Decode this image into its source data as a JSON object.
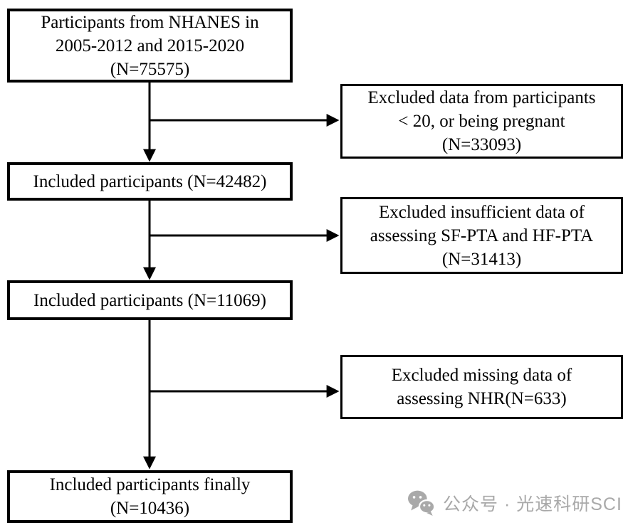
{
  "flowchart": {
    "boxes": {
      "source": {
        "lines": [
          "Participants from NHANES in",
          "2005-2012 and 2015-2020",
          "(N=75575)"
        ],
        "n": 75575
      },
      "excluded_age_pregnant": {
        "lines": [
          "Excluded data from participants",
          "< 20, or being pregnant",
          "(N=33093)"
        ],
        "n": 33093
      },
      "included_1": {
        "lines": [
          "Included participants (N=42482)"
        ],
        "n": 42482
      },
      "excluded_pta": {
        "lines": [
          "Excluded insufficient data of",
          "assessing SF-PTA and HF-PTA",
          "(N=31413)"
        ],
        "n": 31413
      },
      "included_2": {
        "lines": [
          "Included participants (N=11069)"
        ],
        "n": 11069
      },
      "excluded_nhr": {
        "lines": [
          "Excluded missing data of",
          "assessing NHR(N=633)"
        ],
        "n": 633
      },
      "included_final": {
        "lines": [
          "Included participants finally",
          "(N=10436)"
        ],
        "n": 10436
      }
    },
    "colors": {
      "box_border": "#000000",
      "text": "#000000",
      "arrow": "#000000",
      "background": "#ffffff"
    }
  },
  "watermark": {
    "icon": "wechat-icon",
    "text": "公众号 · 光速科研SCI",
    "color": "#a9a9a9"
  }
}
